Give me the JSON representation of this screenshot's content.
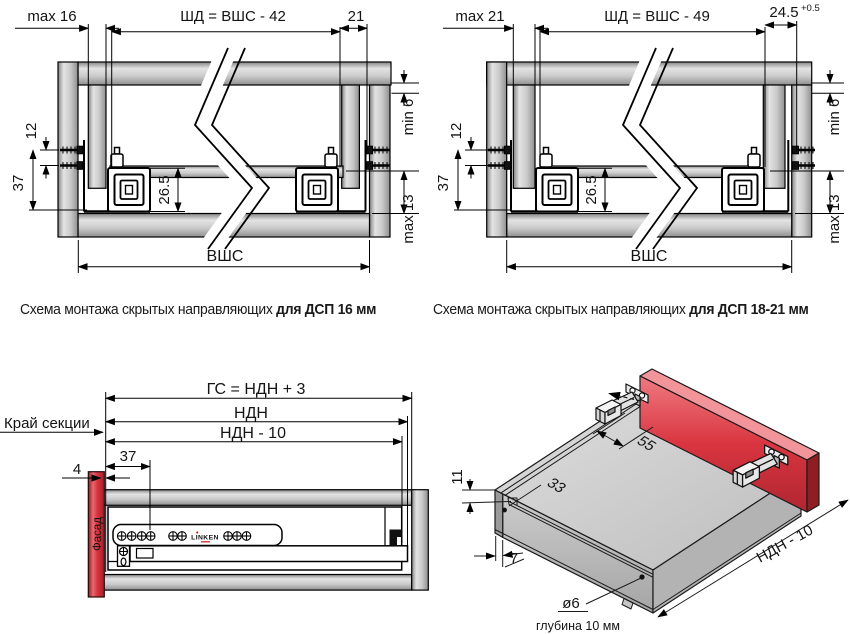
{
  "captions": {
    "left_normal": "Схема монтажа скрытых направляющих ",
    "left_bold": "для ДСП 16 мм",
    "right_normal": "Схема монтажа скрытых направляющих ",
    "right_bold": "для ДСП 18-21 мм"
  },
  "scheme16": {
    "board_thickness": "max 16",
    "drawer_width": "ШД = ВШС - 42",
    "right_offset": "21",
    "screw_pitch": "12",
    "runner_drop": "37",
    "runner_height": "26.5",
    "top_clearance": "min 6",
    "bottom_clearance": "max 13",
    "inner_width": "ВШС"
  },
  "scheme1821": {
    "board_thickness": "max 21",
    "drawer_width": "ШД = ВШС - 49",
    "right_offset": "24.5",
    "right_offset_tol": "+0.5",
    "screw_pitch": "12",
    "runner_drop": "37",
    "runner_height": "26.5",
    "top_clearance": "min 6",
    "bottom_clearance": "max 13",
    "inner_width": "ВШС"
  },
  "side_view": {
    "depth_formula": "ГС = НДН + 3",
    "rail_length": "НДН",
    "rail_length_minus": "НДН - 10",
    "section_edge": "Край секции",
    "facade_gap": "4",
    "first_hole_offset": "37",
    "facade": "Фасад",
    "logo": "LINKEN"
  },
  "iso_view": {
    "latch_offset": "55",
    "hook_offset": "33",
    "edge_height": "11",
    "hole_edge_offset": "7",
    "bottom_length": "НДН - 10",
    "hole_diameter": "ø6",
    "hole_depth": "глубина 10 мм"
  },
  "colors": {
    "accent_red": "#d93540",
    "panel_gray": "#c9c9c9",
    "line": "#000000"
  }
}
